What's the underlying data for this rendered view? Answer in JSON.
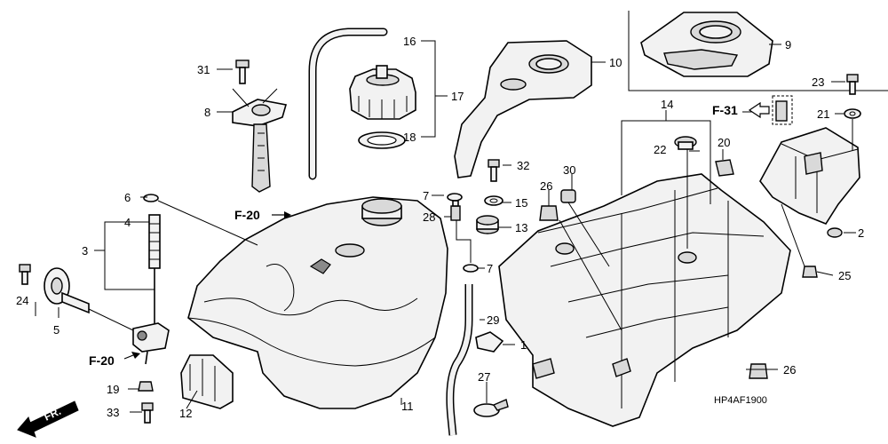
{
  "callouts": [
    {
      "id": "c1",
      "label": "1"
    },
    {
      "id": "c2",
      "label": "2"
    },
    {
      "id": "c3",
      "label": "3"
    },
    {
      "id": "c4",
      "label": "4"
    },
    {
      "id": "c5",
      "label": "5"
    },
    {
      "id": "c6",
      "label": "6"
    },
    {
      "id": "c7a",
      "label": "7"
    },
    {
      "id": "c7b",
      "label": "7"
    },
    {
      "id": "c8",
      "label": "8"
    },
    {
      "id": "c9",
      "label": "9"
    },
    {
      "id": "c10",
      "label": "10"
    },
    {
      "id": "c11",
      "label": "11"
    },
    {
      "id": "c12",
      "label": "12"
    },
    {
      "id": "c13",
      "label": "13"
    },
    {
      "id": "c14",
      "label": "14"
    },
    {
      "id": "c15",
      "label": "15"
    },
    {
      "id": "c16",
      "label": "16"
    },
    {
      "id": "c17",
      "label": "17"
    },
    {
      "id": "c18",
      "label": "18"
    },
    {
      "id": "c19",
      "label": "19"
    },
    {
      "id": "c20",
      "label": "20"
    },
    {
      "id": "c21",
      "label": "21"
    },
    {
      "id": "c22",
      "label": "22"
    },
    {
      "id": "c23",
      "label": "23"
    },
    {
      "id": "c24",
      "label": "24"
    },
    {
      "id": "c25",
      "label": "25"
    },
    {
      "id": "c26a",
      "label": "26"
    },
    {
      "id": "c26b",
      "label": "26"
    },
    {
      "id": "c27",
      "label": "27"
    },
    {
      "id": "c28",
      "label": "28"
    },
    {
      "id": "c29",
      "label": "29"
    },
    {
      "id": "c30",
      "label": "30"
    },
    {
      "id": "c31",
      "label": "31"
    },
    {
      "id": "c32",
      "label": "32"
    },
    {
      "id": "c33",
      "label": "33"
    }
  ],
  "references": {
    "f20_tank": "F-20",
    "f20_cock": "F-20",
    "f31": "F-31"
  },
  "diagram_code": "HP4AF1900",
  "direction_label": "FR."
}
